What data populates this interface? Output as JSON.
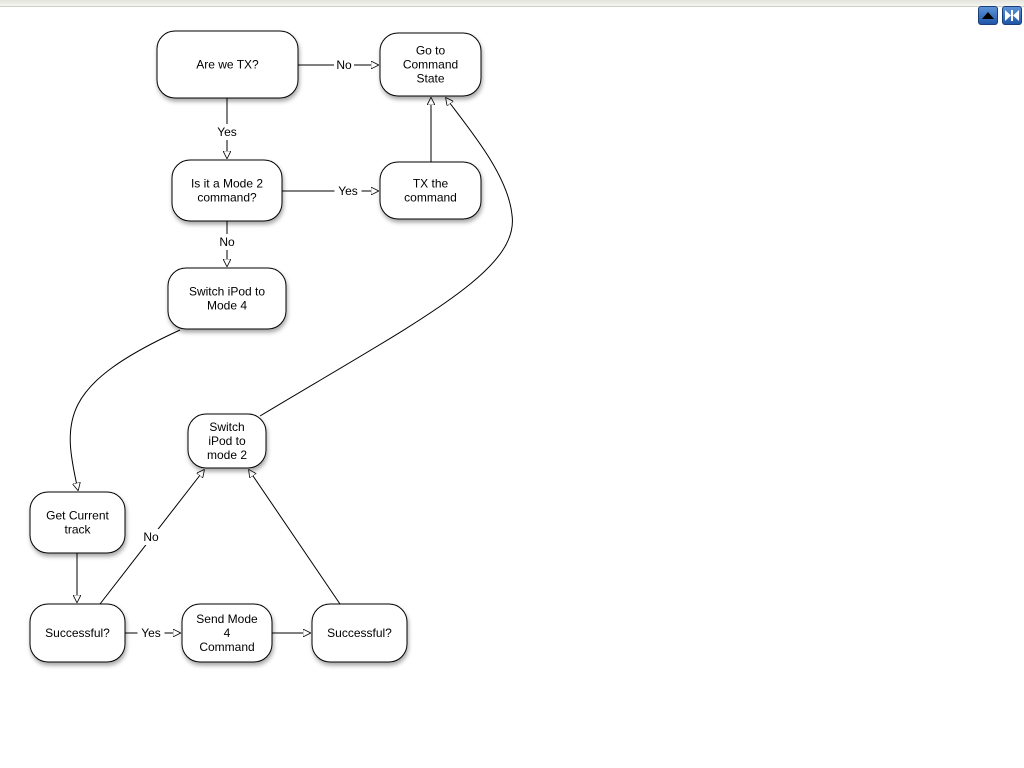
{
  "viewer": {
    "buttons": [
      {
        "name": "up-button",
        "icon": "up-triangle-icon"
      },
      {
        "name": "exit-button",
        "icon": "exit-arrows-icon"
      }
    ],
    "accent": "#2a63b8"
  },
  "nodes": [
    {
      "id": "tx",
      "lines": [
        "Are we TX?"
      ]
    },
    {
      "id": "goto",
      "lines": [
        "Go to",
        "Command",
        "State"
      ]
    },
    {
      "id": "mode2q",
      "lines": [
        "Is it a Mode 2",
        "command?"
      ]
    },
    {
      "id": "txcmd",
      "lines": [
        "TX the",
        "command"
      ]
    },
    {
      "id": "sw4",
      "lines": [
        "Switch iPod to",
        "Mode 4"
      ]
    },
    {
      "id": "sw2",
      "lines": [
        "Switch",
        "iPod to",
        "mode 2"
      ]
    },
    {
      "id": "track",
      "lines": [
        "Get Current",
        "track"
      ]
    },
    {
      "id": "succ1",
      "lines": [
        "Successful?"
      ]
    },
    {
      "id": "send4",
      "lines": [
        "Send Mode",
        "4",
        "Command"
      ]
    },
    {
      "id": "succ2",
      "lines": [
        "Successful?"
      ]
    }
  ],
  "edges": [
    {
      "from": "tx",
      "to": "goto",
      "label": "No"
    },
    {
      "from": "tx",
      "to": "mode2q",
      "label": "Yes"
    },
    {
      "from": "mode2q",
      "to": "txcmd",
      "label": "Yes"
    },
    {
      "from": "txcmd",
      "to": "goto",
      "label": ""
    },
    {
      "from": "mode2q",
      "to": "sw4",
      "label": "No"
    },
    {
      "from": "sw4",
      "to": "track",
      "label": ""
    },
    {
      "from": "track",
      "to": "succ1",
      "label": ""
    },
    {
      "from": "succ1",
      "to": "send4",
      "label": "Yes"
    },
    {
      "from": "succ1",
      "to": "sw2",
      "label": "No"
    },
    {
      "from": "send4",
      "to": "succ2",
      "label": ""
    },
    {
      "from": "succ2",
      "to": "sw2",
      "label": ""
    },
    {
      "from": "sw2",
      "to": "goto",
      "label": ""
    }
  ]
}
